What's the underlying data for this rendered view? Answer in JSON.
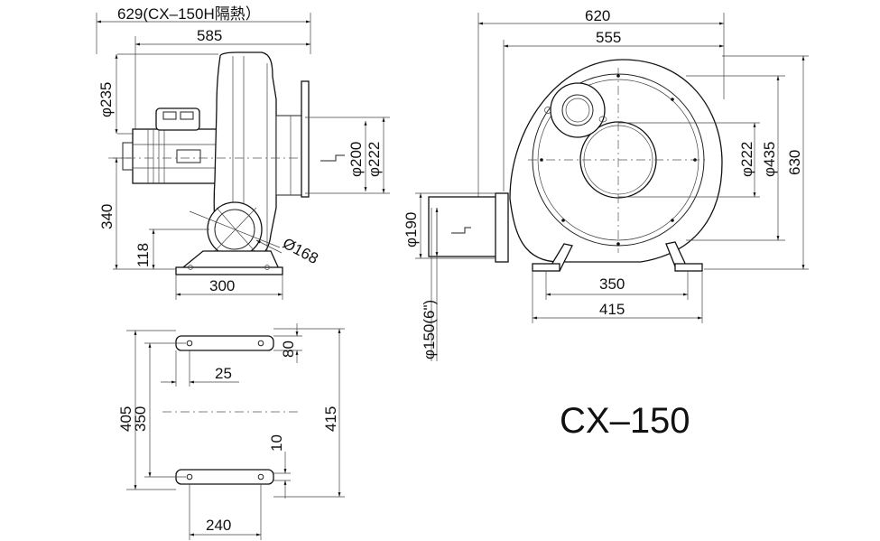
{
  "model": "CX–150",
  "side_view": {
    "overall_length": "629(CX–150H隔熱）",
    "length": "585",
    "motor_dia": "φ235",
    "outlet_inner_dia": "φ200",
    "outlet_outer_dia": "φ222",
    "center_height": "340",
    "inlet_height": "118",
    "inlet_dia": "Ø168",
    "base_width": "300"
  },
  "front_view": {
    "overall_width": "620",
    "width": "555",
    "inner_dia": "φ222",
    "outer_dia": "φ435",
    "height": "630",
    "flange_dia": "φ190",
    "outlet_dia": "φ150(6\")",
    "bolt_span": "350",
    "base_span": "415"
  },
  "base_plan": {
    "foot_width": "80",
    "offset": "25",
    "total_depth": "405",
    "hole_depth": "350",
    "overall_depth": "415",
    "slot": "10",
    "length": "240"
  }
}
